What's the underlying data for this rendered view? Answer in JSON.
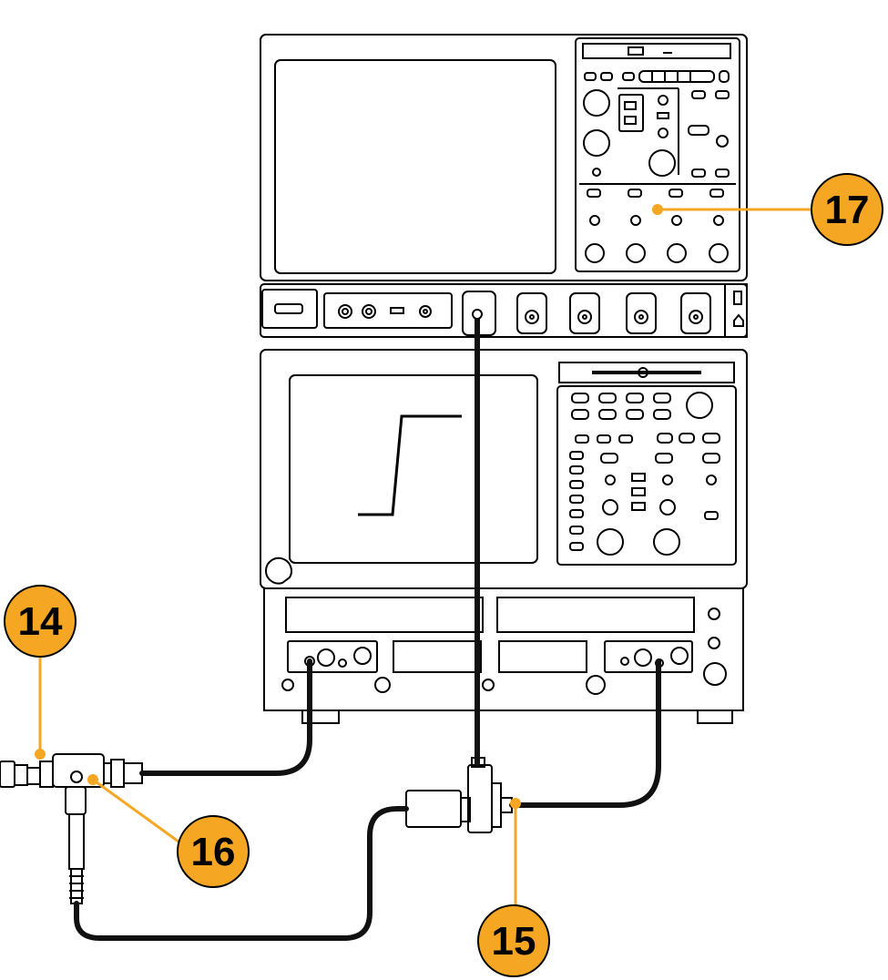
{
  "colors": {
    "callout_fill": "#f5a623",
    "callout_stroke": "#000000",
    "leader_line": "#f5a623",
    "cable": "#111111",
    "outline": "#000000",
    "background": "#ffffff"
  },
  "callouts": [
    {
      "id": "c14",
      "label": "14"
    },
    {
      "id": "c15",
      "label": "15"
    },
    {
      "id": "c16",
      "label": "16"
    },
    {
      "id": "c17",
      "label": "17"
    }
  ]
}
